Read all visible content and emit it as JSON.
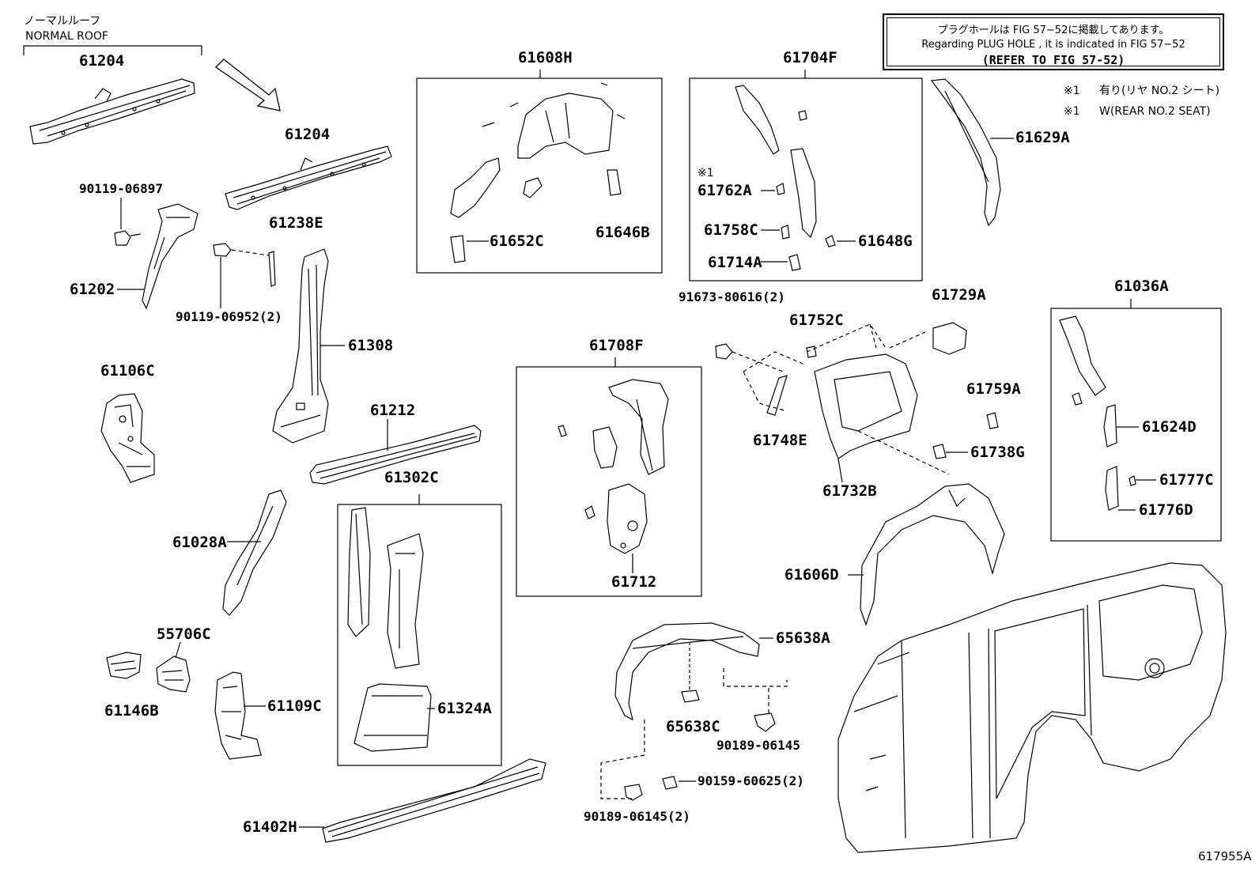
{
  "normal_roof": {
    "jp": "ノーマルルーフ",
    "en": "NORMAL ROOF"
  },
  "note": {
    "line1": "プラグホールは FIG  57−52に掲載してあります。",
    "line2": "Regarding  PLUG  HOLE , it is indicated in  FIG  57−52",
    "line3": "(REFER TO FIG 57-52)"
  },
  "remarks": [
    {
      "mark": "※1",
      "text": "有り(リヤ NO.2 シート)"
    },
    {
      "mark": "※1",
      "text": "W(REAR NO.2 SEAT)"
    }
  ],
  "mark_61762A": "※1",
  "parts": {
    "p61204a": "61204",
    "p61204b": "61204",
    "p9011906897": "90119-06897",
    "p61202": "61202",
    "p61238E": "61238E",
    "p9011906952": "90119-06952(2)",
    "p61308": "61308",
    "p61106C": "61106C",
    "p61212": "61212",
    "p61028A": "61028A",
    "p55706C": "55706C",
    "p61146B": "61146B",
    "p61109C": "61109C",
    "p61302C": "61302C",
    "p61324A": "61324A",
    "p61402H": "61402H",
    "p61608H": "61608H",
    "p61652C": "61652C",
    "p61646B": "61646B",
    "p61708F": "61708F",
    "p61712": "61712",
    "p61704F": "61704F",
    "p61762A": "61762A",
    "p61758C": "61758C",
    "p61648G": "61648G",
    "p61714A": "61714A",
    "p61629A": "61629A",
    "p9167380616": "91673-80616(2)",
    "p61752C": "61752C",
    "p61729A": "61729A",
    "p61759A": "61759A",
    "p61748E": "61748E",
    "p61738G": "61738G",
    "p61732B": "61732B",
    "p61036A": "61036A",
    "p61624D": "61624D",
    "p61777C": "61777C",
    "p61776D": "61776D",
    "p61606D": "61606D",
    "p65638A": "65638A",
    "p65638C": "65638C",
    "p9018906145": "90189-06145",
    "p9015960625": "90159-60625(2)",
    "p9018906145x2": "90189-06145(2)"
  },
  "ref_number": "617955A"
}
